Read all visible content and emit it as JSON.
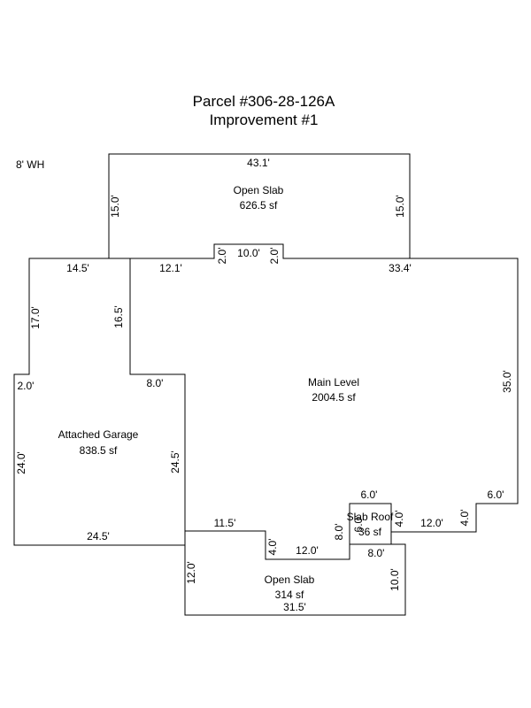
{
  "title": {
    "line1": "Parcel #306-28-126A",
    "line2": "Improvement #1"
  },
  "note": "8' WH",
  "areas": {
    "open_slab_top": {
      "name": "Open Slab",
      "area": "626.5 sf"
    },
    "main_level": {
      "name": "Main Level",
      "area": "2004.5 sf"
    },
    "garage": {
      "name": "Attached Garage",
      "area": "838.5 sf"
    },
    "slab_roof": {
      "name": "Slab Roof",
      "area": "36 sf"
    },
    "open_slab_bottom": {
      "name": "Open Slab",
      "area": "314 sf"
    }
  },
  "dims": {
    "top_slab_width": "43.1'",
    "top_slab_left": "15.0'",
    "top_slab_right": "15.0'",
    "notch_width": "10.0'",
    "notch_left": "2.0'",
    "notch_right": "2.0'",
    "main_top_left": "12.1'",
    "main_top_right": "33.4'",
    "main_right": "35.0'",
    "main_right_step": "6.0'",
    "main_right_down": "4.0'",
    "main_bottom_right": "12.0'",
    "main_inner_left": "16.5'",
    "main_inner_step": "8.0'",
    "garage_top": "14.5'",
    "garage_upper_left": "17.0'",
    "garage_step": "2.0'",
    "garage_left": "24.0'",
    "garage_right": "24.5'",
    "garage_bottom": "24.5'",
    "bottom_step_top": "11.5'",
    "bottom_step_down": "4.0'",
    "bottom_mid": "12.0'",
    "bottom_up": "8.0'",
    "slab_roof_top": "6.0'",
    "slab_roof_left": "6.0'",
    "slab_roof_right": "4.0'",
    "slab_roof_bottom": "8.0'",
    "bottom_slab_left": "12.0'",
    "bottom_slab_right": "10.0'",
    "bottom_slab_width": "31.5'"
  }
}
